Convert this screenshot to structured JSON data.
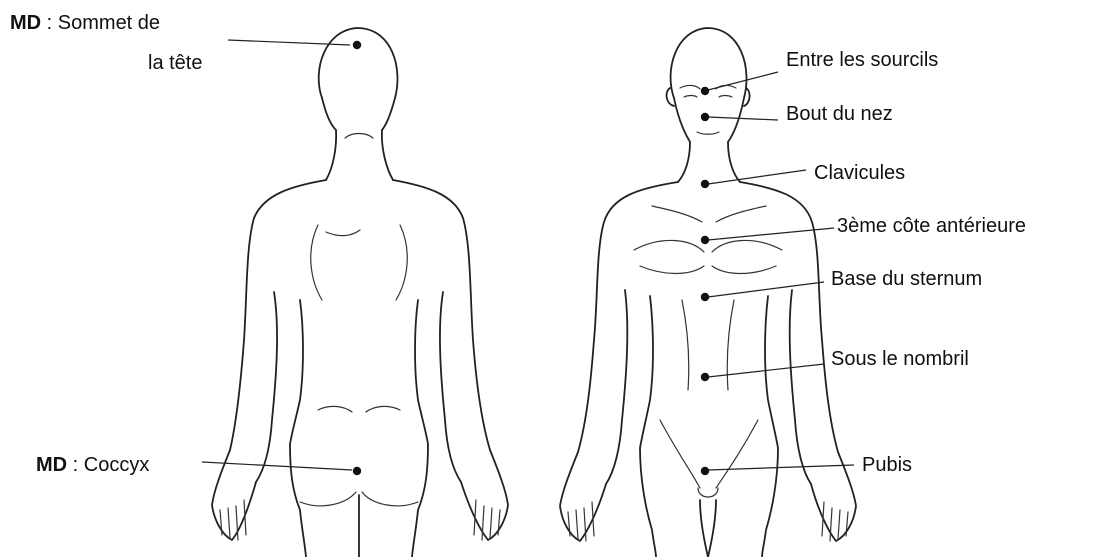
{
  "labels": {
    "back_top_prefix": "MD",
    "back_top_text_1": " : Sommet de",
    "back_top_text_2": "la tête",
    "back_bottom_prefix": "MD",
    "back_bottom_text": " : Coccyx",
    "front": [
      "Entre les sourcils",
      "Bout du nez",
      "Clavicules",
      "3ème côte antérieure",
      "Base du sternum",
      "Sous le nombril",
      "Pubis"
    ]
  }
}
